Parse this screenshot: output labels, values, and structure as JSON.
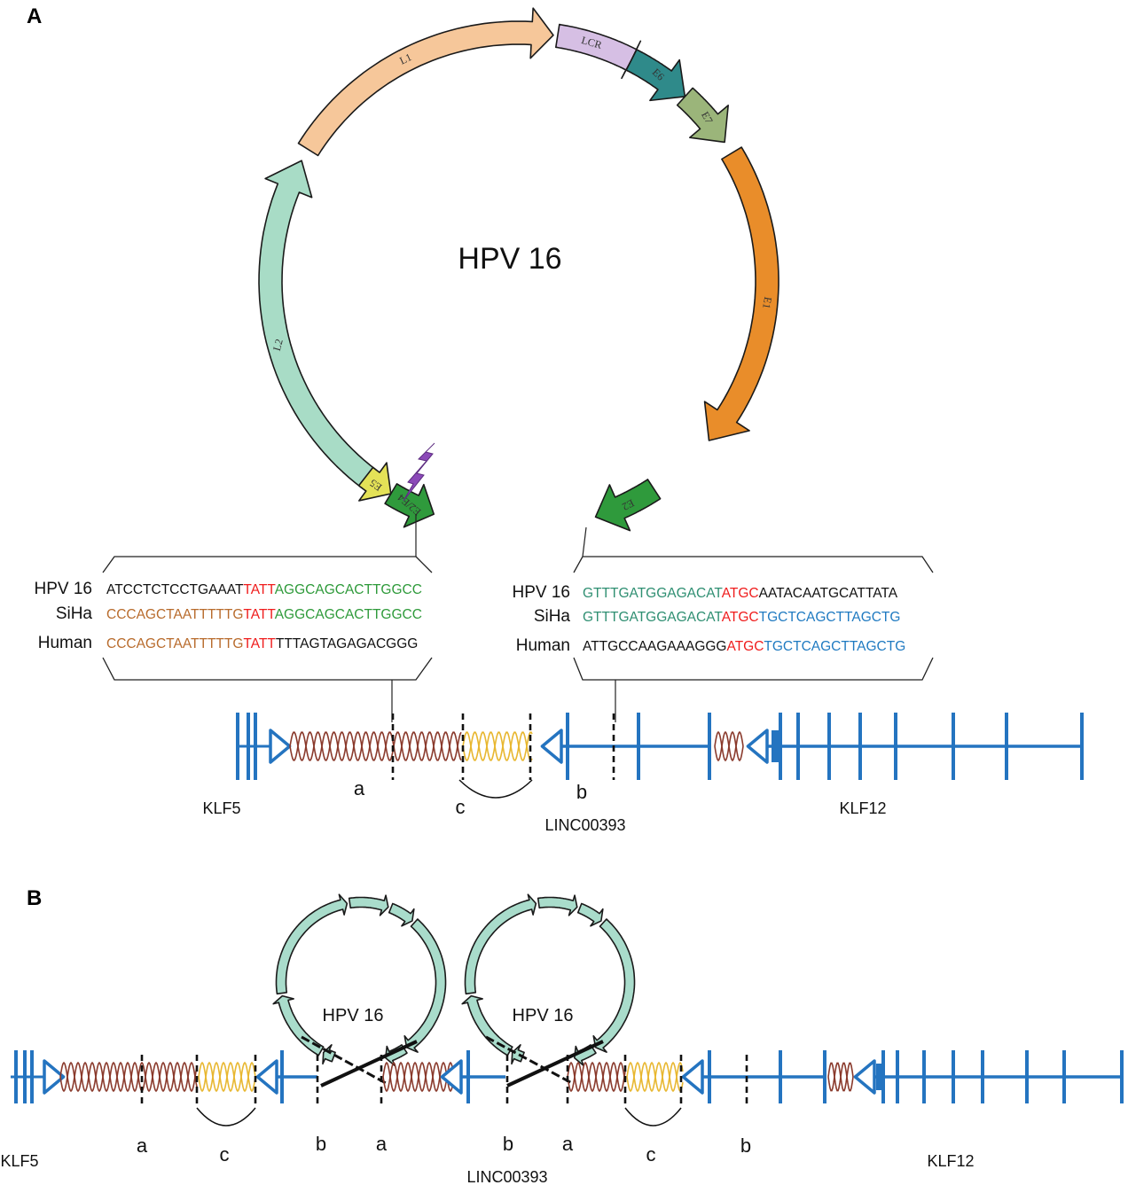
{
  "panels": {
    "a": "A",
    "b": "B"
  },
  "colors": {
    "blue": "#2474c0",
    "helix": "#8a3a2c",
    "helix_yellow": "#e8b730",
    "seq_green": "#2e9a3a",
    "seq_teal": "#2f8f72",
    "seq_red": "#ef1c1c",
    "seq_brown": "#b86b2c",
    "seq_blue": "#1f7ac1",
    "seq_black": "#111111"
  },
  "panelA": {
    "title": "HPV 16",
    "genes": [
      {
        "name": "L1",
        "color": "#f6c79a",
        "label": "L1"
      },
      {
        "name": "LCR",
        "color": "#d6bfe4",
        "label": "LCR"
      },
      {
        "name": "E6",
        "color": "#2f8a8a",
        "label": "E6"
      },
      {
        "name": "E7",
        "color": "#9bb57a",
        "label": "E7"
      },
      {
        "name": "E1",
        "color": "#e98d2a",
        "label": "E1"
      },
      {
        "name": "E2",
        "color": "#2f9a3c",
        "label": "E2"
      },
      {
        "name": "E2/E4",
        "color": "#2f9a3c",
        "label": "E2/E4"
      },
      {
        "name": "E5",
        "color": "#e4e257",
        "label": "E5"
      },
      {
        "name": "L2",
        "color": "#a8dcc6",
        "label": "L2"
      }
    ],
    "left_alignment": {
      "rows": [
        {
          "label": "HPV 16",
          "segments": [
            {
              "text": "ATCCTCTCCTGAAAT",
              "color": "black"
            },
            {
              "text": "TATT",
              "color": "red"
            },
            {
              "text": "AGGCAGCACTTGGCC",
              "color": "green"
            }
          ]
        },
        {
          "label": "SiHa",
          "segments": [
            {
              "text": "CCCAGCTAATTTTTG",
              "color": "brown"
            },
            {
              "text": "TATT",
              "color": "red"
            },
            {
              "text": "AGGCAGCACTTGGCC",
              "color": "green"
            }
          ]
        },
        {
          "label": "Human",
          "segments": [
            {
              "text": "CCCAGCTAATTTTTG",
              "color": "brown"
            },
            {
              "text": "TATT",
              "color": "red"
            },
            {
              "text": "TTTAGTAGAGACGGG",
              "color": "black"
            }
          ]
        }
      ]
    },
    "right_alignment": {
      "rows": [
        {
          "label": "HPV 16",
          "segments": [
            {
              "text": "GTTTGATGGAGACAT",
              "color": "teal"
            },
            {
              "text": "ATGC",
              "color": "red"
            },
            {
              "text": "AATACAATGCATTATA",
              "color": "black"
            }
          ]
        },
        {
          "label": "SiHa",
          "segments": [
            {
              "text": "GTTTGATGGAGACAT",
              "color": "teal"
            },
            {
              "text": "ATGC",
              "color": "red"
            },
            {
              "text": "TGCTCAGCTTAGCTG",
              "color": "blue"
            }
          ]
        },
        {
          "label": "Human",
          "segments": [
            {
              "text": "ATTGCCAAGAAAGGG",
              "color": "black"
            },
            {
              "text": "ATGC",
              "color": "red"
            },
            {
              "text": "TGCTCAGCTTAGCTG",
              "color": "blue"
            }
          ]
        }
      ]
    },
    "markers": {
      "a": "a",
      "b": "b",
      "c": "c"
    },
    "genes_chrom": {
      "klf5": "KLF5",
      "linc": "LINC00393",
      "klf12": "KLF12"
    }
  },
  "panelB": {
    "hpv_left": "HPV 16",
    "hpv_right": "HPV 16",
    "markers": [
      {
        "id": "a1",
        "text": "a"
      },
      {
        "id": "c1",
        "text": "c"
      },
      {
        "id": "b1",
        "text": "b"
      },
      {
        "id": "a2",
        "text": "a"
      },
      {
        "id": "b2",
        "text": "b"
      },
      {
        "id": "a3",
        "text": "a"
      },
      {
        "id": "c2",
        "text": "c"
      },
      {
        "id": "b3",
        "text": "b"
      }
    ],
    "genes_chrom": {
      "klf5": "KLF5",
      "linc": "LINC00393",
      "klf12": "KLF12"
    }
  }
}
